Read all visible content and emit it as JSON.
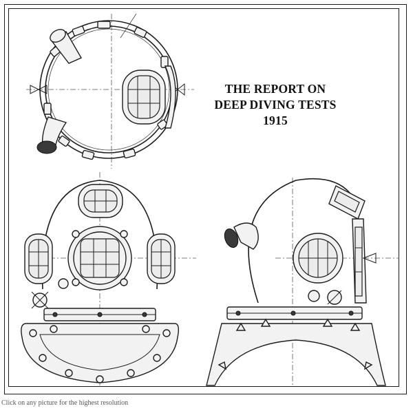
{
  "title": {
    "line1": "THE REPORT ON",
    "line2": "DEEP DIVING TESTS",
    "line3": "1915"
  },
  "caption": "Click on any picture for the highest resolution",
  "views": {
    "top": "top-view",
    "front": "front-view",
    "side": "side-view"
  }
}
